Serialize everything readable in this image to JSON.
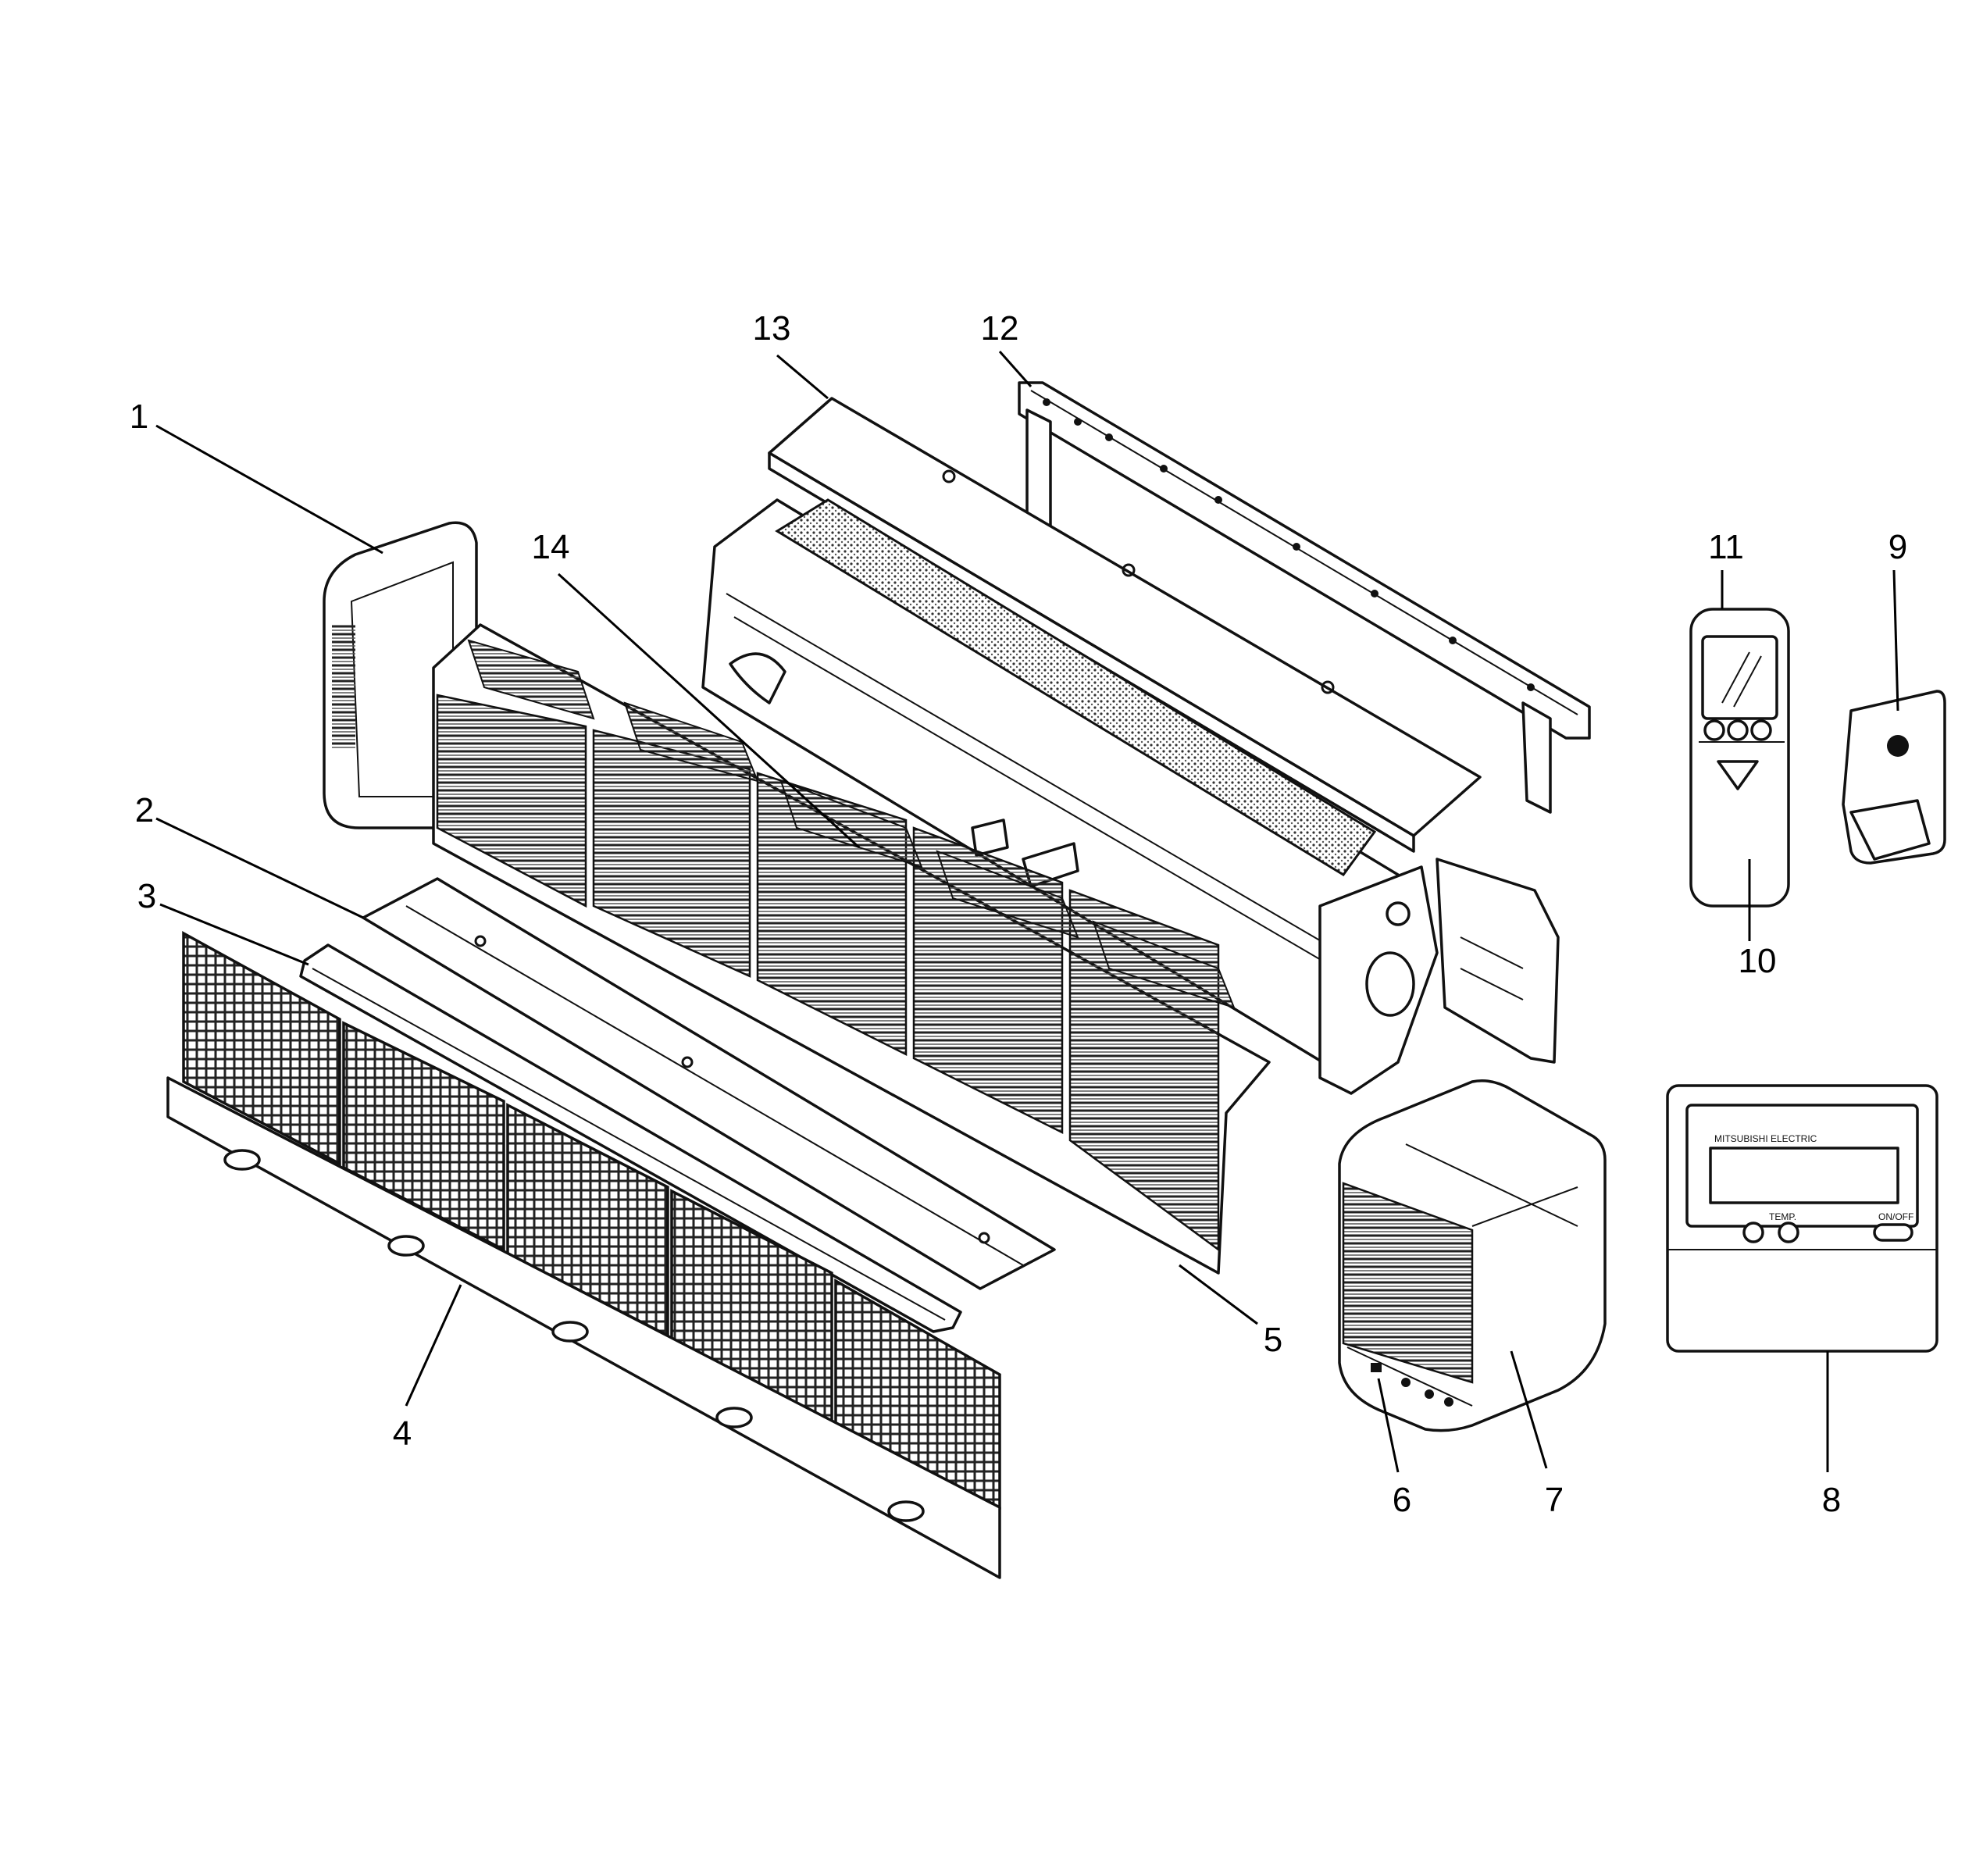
{
  "callouts": [
    "1",
    "2",
    "3",
    "4",
    "5",
    "6",
    "7",
    "8",
    "9",
    "10",
    "11",
    "12",
    "13",
    "14"
  ],
  "controller_texts": {
    "brand": "MITSUBISHI ELECTRIC",
    "temp": "TEMP.",
    "onoff": "ON/OFF"
  },
  "colors": {
    "ink": "#111111",
    "background": "#ffffff"
  }
}
